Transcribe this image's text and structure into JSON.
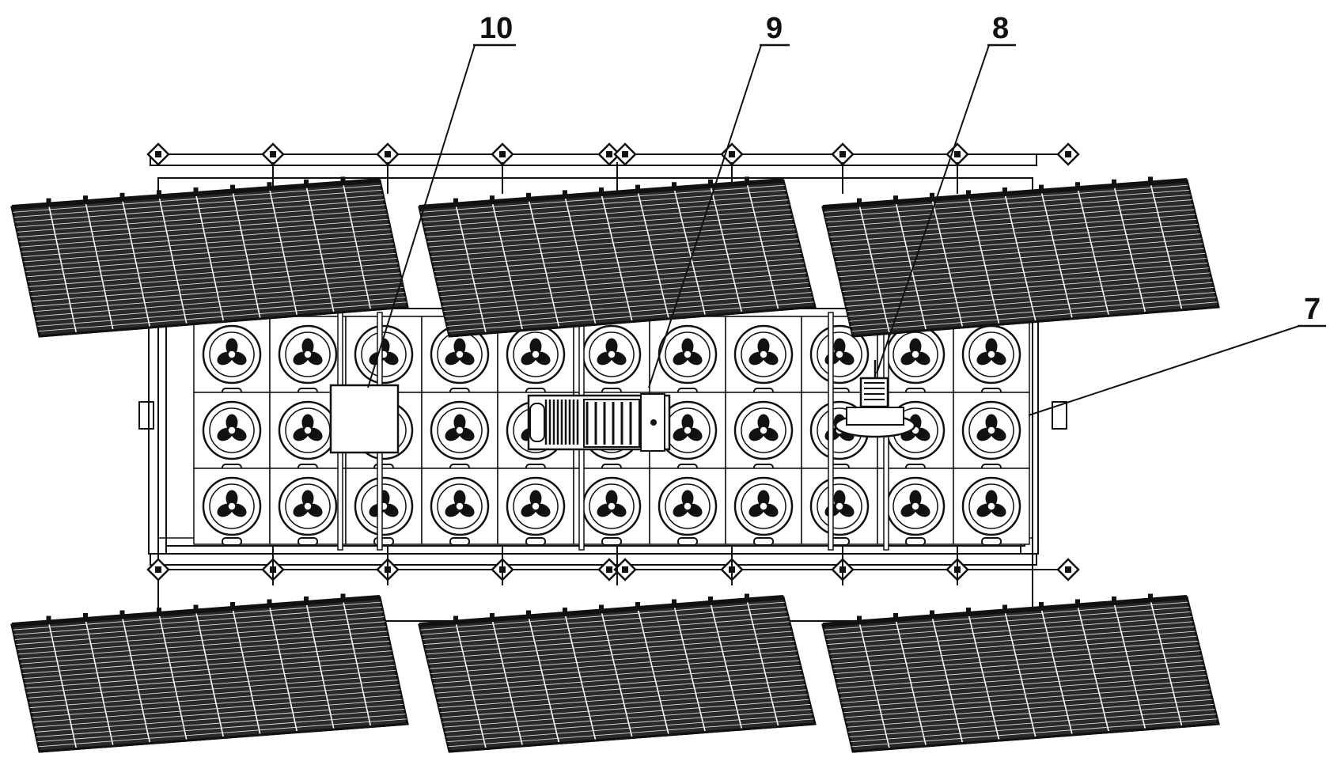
{
  "figure": {
    "callouts": [
      {
        "id": "c10",
        "label": "10",
        "target": "junction-box"
      },
      {
        "id": "c9",
        "label": "9",
        "target": "pump-motor-assembly"
      },
      {
        "id": "c8",
        "label": "8",
        "target": "aerator-unit"
      },
      {
        "id": "c7",
        "label": "7",
        "target": "floating-module"
      }
    ],
    "panels": {
      "top_count": 3,
      "bottom_count": 3
    },
    "module_grid": {
      "rows": 3,
      "columns": 11
    },
    "colors": {
      "stroke": "#111111",
      "panel_fill": "#2a2a2a",
      "background": "#ffffff"
    }
  }
}
